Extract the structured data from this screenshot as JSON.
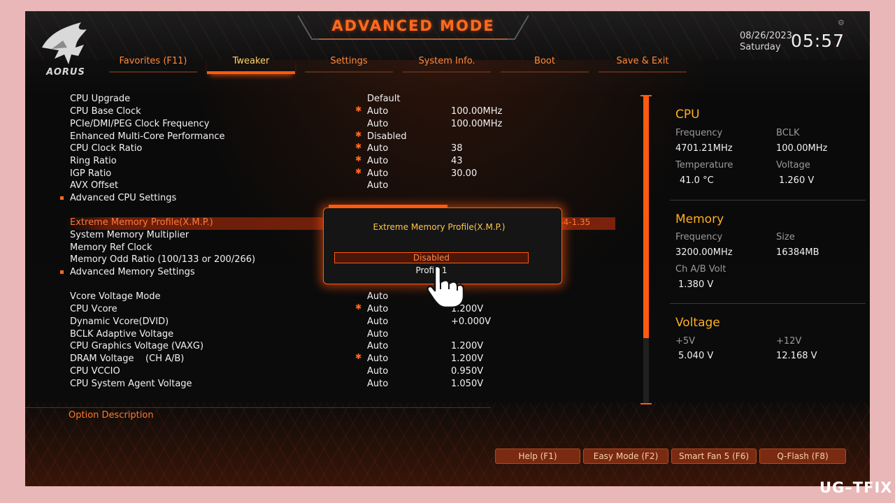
{
  "title": "ADVANCED MODE",
  "logo_text": "AORUS",
  "tabs": [
    {
      "label": "Favorites (F11)"
    },
    {
      "label": "Tweaker"
    },
    {
      "label": "Settings"
    },
    {
      "label": "System Info."
    },
    {
      "label": "Boot"
    },
    {
      "label": "Save & Exit"
    }
  ],
  "active_tab": "Tweaker",
  "date": "08/26/2023",
  "day": "Saturday",
  "time": "05:57",
  "settings": [
    {
      "name": "CPU Upgrade",
      "value": "Default",
      "current": ""
    },
    {
      "name": "CPU Base Clock",
      "value": "Auto",
      "current": "100.00MHz"
    },
    {
      "name": "PCIe/DMI/PEG Clock Frequency",
      "value": "Auto",
      "current": "100.00MHz"
    },
    {
      "name": "Enhanced Multi-Core Performance",
      "value": "Disabled",
      "current": ""
    },
    {
      "name": "CPU Clock Ratio",
      "value": "Auto",
      "current": "38"
    },
    {
      "name": "Ring Ratio",
      "value": "Auto",
      "current": "43"
    },
    {
      "name": "IGP Ratio",
      "value": "Auto",
      "current": "30.00"
    },
    {
      "name": "AVX Offset",
      "value": "Auto",
      "current": ""
    },
    {
      "name": "Advanced CPU Settings"
    },
    {
      "name": "Extreme Memory Profile(X.M.P.)",
      "current": "6-54-1.35"
    },
    {
      "name": "System Memory Multiplier"
    },
    {
      "name": "Memory Ref Clock"
    },
    {
      "name": "Memory Odd Ratio (100/133 or 200/266)"
    },
    {
      "name": "Advanced Memory Settings"
    },
    {
      "name": "Vcore Voltage Mode",
      "value": "Auto",
      "current": ""
    },
    {
      "name": "CPU Vcore",
      "value": "Auto",
      "current": "1.200V"
    },
    {
      "name": "Dynamic Vcore(DVID)",
      "value": "Auto",
      "current": "+0.000V"
    },
    {
      "name": "BCLK Adaptive Voltage",
      "value": "Auto",
      "current": ""
    },
    {
      "name": "CPU Graphics Voltage (VAXG)",
      "value": "Auto",
      "current": "1.200V"
    },
    {
      "name": "DRAM Voltage    (CH A/B)",
      "value": "Auto",
      "current": "1.200V"
    },
    {
      "name": "CPU VCCIO",
      "value": "Auto",
      "current": "0.950V"
    },
    {
      "name": "CPU System Agent Voltage",
      "value": "Auto",
      "current": "1.050V"
    }
  ],
  "option_description_label": "Option Description",
  "popup": {
    "title": "Extreme Memory Profile(X.M.P.)",
    "options": [
      "Disabled",
      "Profile1"
    ]
  },
  "panel": {
    "cpu": {
      "title": "CPU",
      "frequency_label": "Frequency",
      "frequency": "4701.21MHz",
      "bclk_label": "BCLK",
      "bclk": "100.00MHz",
      "temperature_label": "Temperature",
      "temperature": "41.0 °C",
      "voltage_label": "Voltage",
      "voltage": "1.260 V"
    },
    "memory": {
      "title": "Memory",
      "frequency_label": "Frequency",
      "frequency": "3200.00MHz",
      "size_label": "Size",
      "size": "16384MB",
      "volt_label": "Ch A/B Volt",
      "volt": "1.380 V"
    },
    "voltage": {
      "title": "Voltage",
      "p5v_label": "+5V",
      "p5v": "5.040 V",
      "p12v_label": "+12V",
      "p12v": "12.168 V"
    }
  },
  "footer_buttons": [
    {
      "label": "Help (F1)"
    },
    {
      "label": "Easy Mode (F2)"
    },
    {
      "label": "Smart Fan 5 (F6)"
    },
    {
      "label": "Q-Flash (F8)"
    }
  ],
  "watermark": "UG–TFIX",
  "colors": {
    "accent": "#ff5a10",
    "highlight_text": "#ffd36a",
    "section_title": "#ffb020"
  },
  "icons": [
    "aorus-eagle-icon",
    "star-icon",
    "pointer-hand-icon"
  ]
}
